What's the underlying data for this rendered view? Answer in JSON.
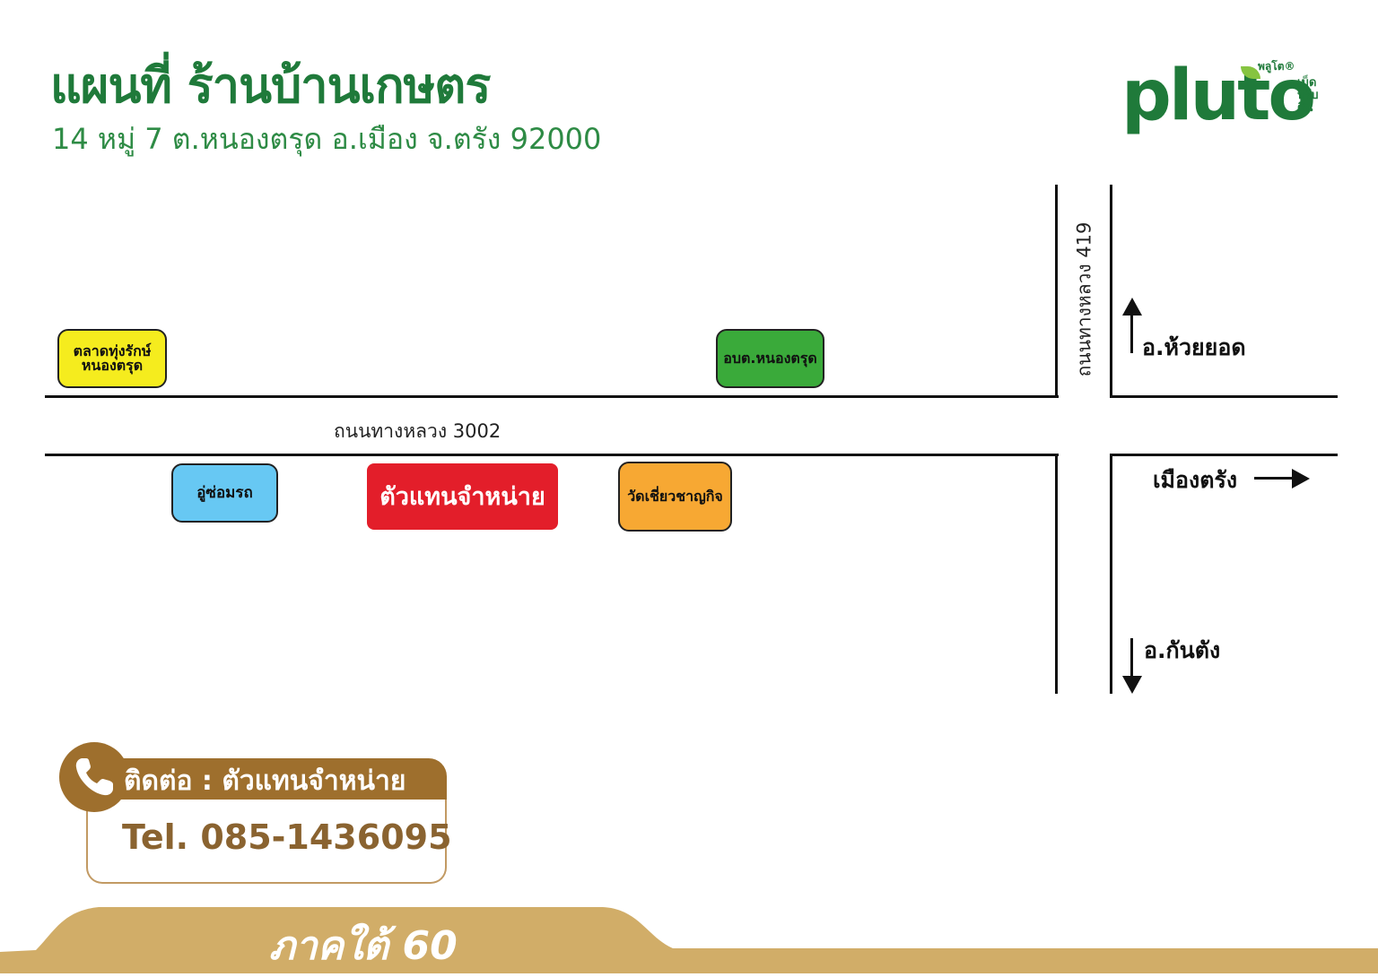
{
  "header": {
    "title": "แผนที่ ร้านบ้านเกษตร",
    "address": "14 หมู่ 7 ต.หนองตรุด อ.เมือง จ.ตรัง 92000"
  },
  "logo": {
    "wordmark": "pluto",
    "small_text": "พลูโต®",
    "tagline_lines": [
      "เม็ด",
      "ปรับ",
      "ดิน"
    ]
  },
  "roads": {
    "main_road_label": "ถนนทางหลวง 3002",
    "cross_road_label": "ถนนทางหลวง 419"
  },
  "directions": {
    "north": "อ.ห้วยยอด",
    "east": "เมืองตรัง",
    "south": "อ.กันตัง"
  },
  "landmarks": {
    "market_line1": "ตลาดทุ่งรักษ์",
    "market_line2": "หนองตรุด",
    "sao": "อบต.หนองตรุด",
    "garage": "อู่ซ่อมรถ",
    "dealer": "ตัวแทนจำหน่าย",
    "temple": "วัดเชี่ยวชาญกิจ"
  },
  "contact": {
    "heading": "ติดต่อ : ตัวแทนจำหน่าย",
    "tel": "Tel. 085-1436095"
  },
  "footer": {
    "region": "ภาคใต้ 60"
  },
  "colors": {
    "brand_green": "#1f7a3a",
    "market_yellow": "#f5ec1e",
    "sao_green": "#3aaa3a",
    "garage_blue": "#67c8f3",
    "dealer_red": "#e31e2a",
    "temple_orange": "#f7a833",
    "contact_brown": "#9e6f2d",
    "footer_gold": "#d1ad68"
  }
}
